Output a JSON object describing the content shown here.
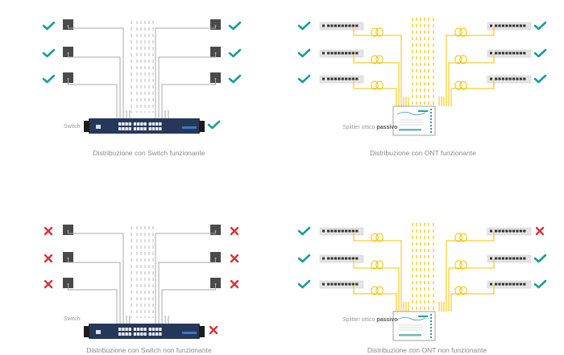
{
  "colors": {
    "ok": "#1a9e96",
    "fail": "#d9323a",
    "copper": "#a8a8a8",
    "fiber": "#f2c200",
    "endpoint": "#4a4a4a",
    "switch_body": "#26385a",
    "ont_body": "#e4e4e4"
  },
  "panels": [
    {
      "id": "switch-working",
      "type": "switch",
      "device_label": "Switch",
      "caption": "Distribuzione con Switch funzionante",
      "left_status": [
        "ok",
        "ok",
        "ok"
      ],
      "right_status": [
        "ok",
        "ok",
        "ok"
      ],
      "device_status": "ok"
    },
    {
      "id": "ont-working",
      "type": "ont",
      "device_label_prefix": "Splitter ottico ",
      "device_label_bold": "passivo",
      "caption": "Distribuzione con ONT funzionante",
      "left_status": [
        "ok",
        "ok",
        "ok"
      ],
      "right_status": [
        "ok",
        "ok",
        "ok"
      ]
    },
    {
      "id": "switch-failed",
      "type": "switch",
      "device_label": "Switch",
      "caption": "Distribuzione con Switch non funzionante",
      "left_status": [
        "fail",
        "fail",
        "fail"
      ],
      "right_status": [
        "fail",
        "fail",
        "fail"
      ],
      "device_status": "fail"
    },
    {
      "id": "ont-failed",
      "type": "ont",
      "device_label_prefix": "Splitter ottico ",
      "device_label_bold": "passivo",
      "caption": "Distribuzione con ONT non funzionante",
      "left_status": [
        "ok",
        "ok",
        "ok"
      ],
      "right_status": [
        "fail",
        "ok",
        "ok"
      ]
    }
  ]
}
